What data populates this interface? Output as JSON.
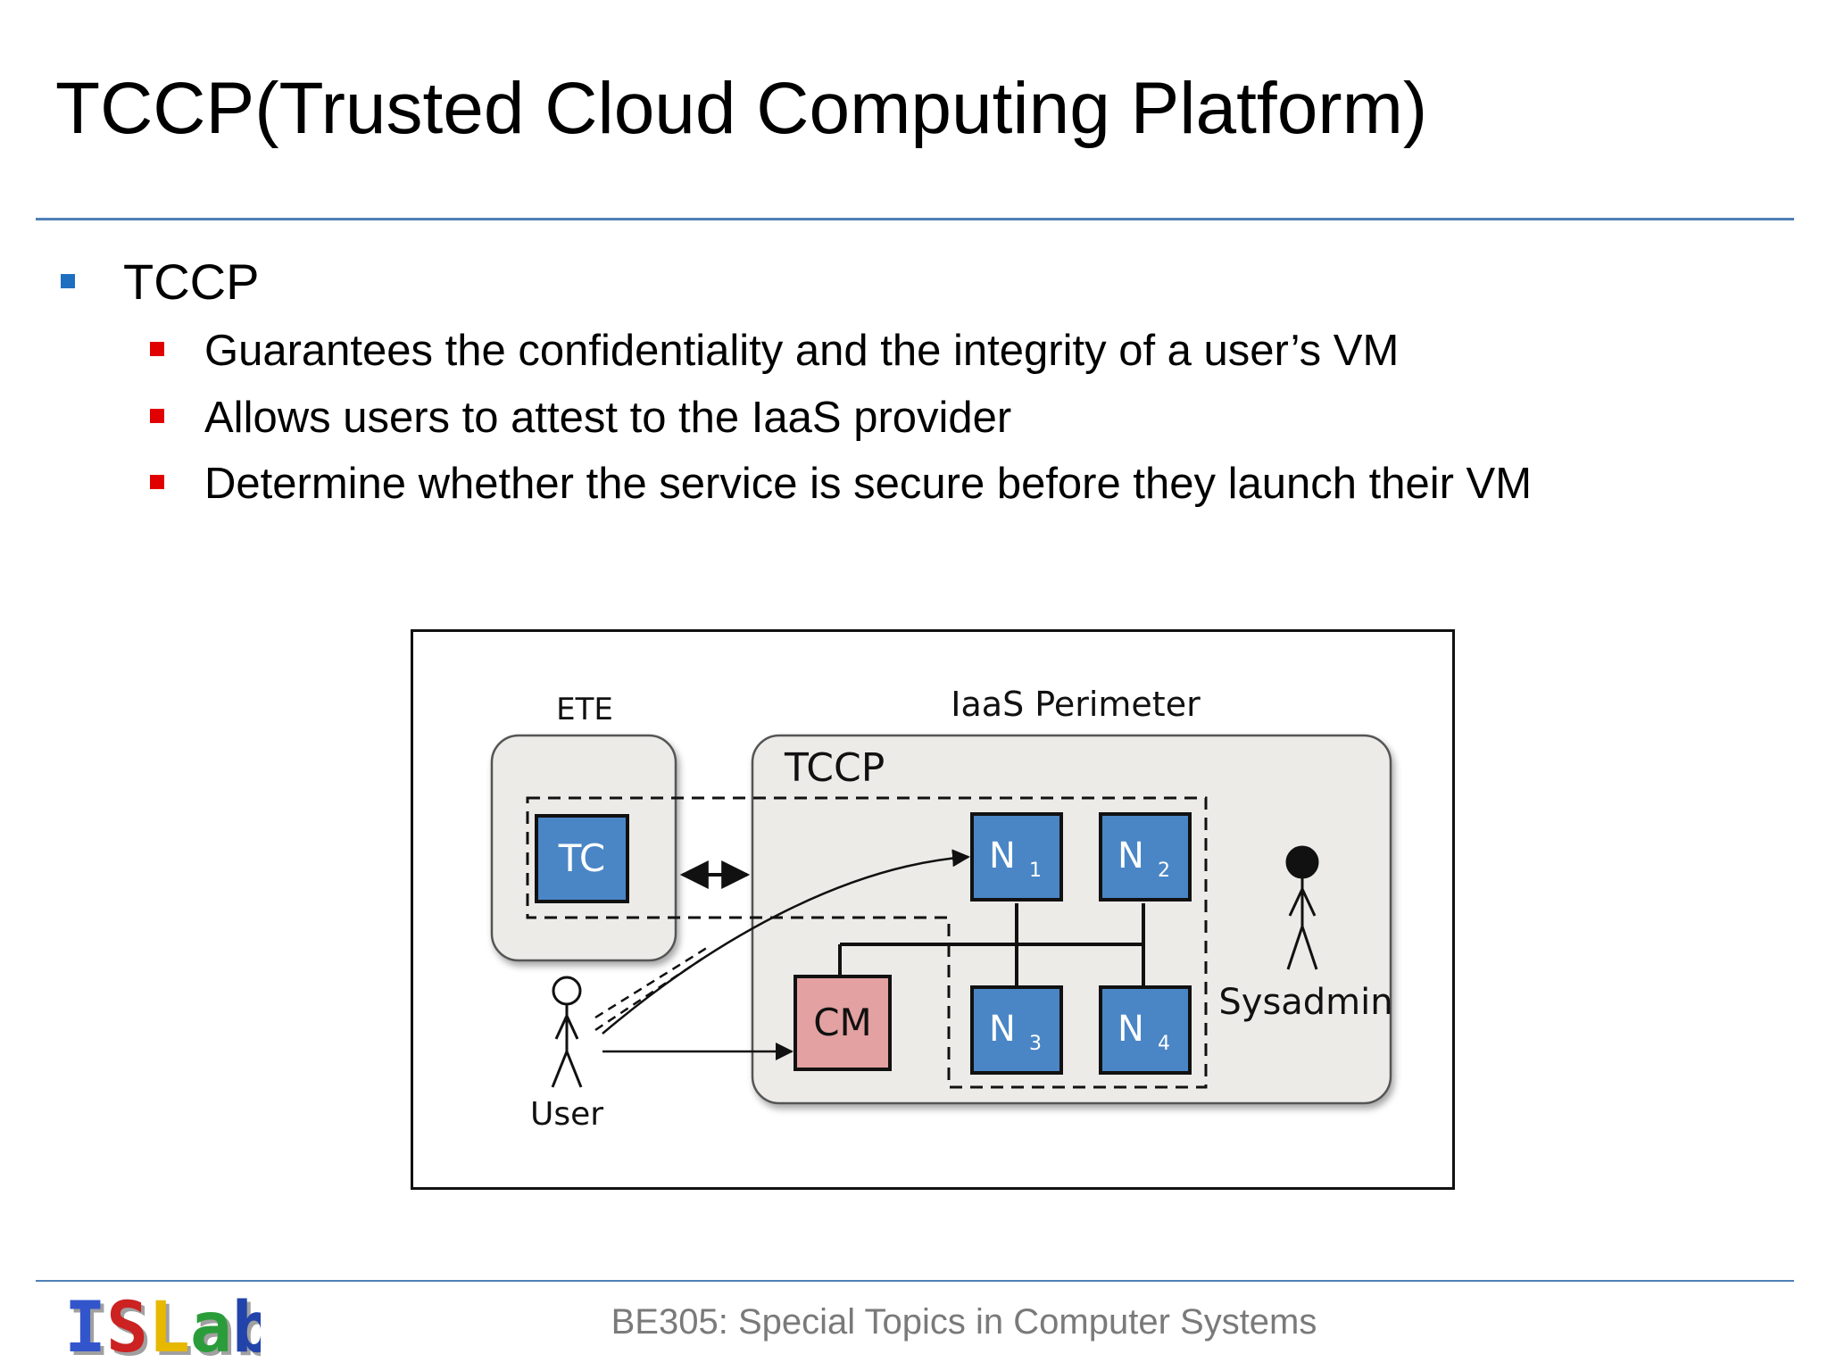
{
  "slide": {
    "title": "TCCP(Trusted Cloud Computing Platform)",
    "bullets": [
      {
        "text": "TCCP",
        "sub": [
          "Guarantees the confidentiality and the integrity of a user’s VM",
          "Allows users to attest to the IaaS provider",
          "Determine whether the service is secure before they launch their VM"
        ]
      }
    ]
  },
  "diagram": {
    "ete_label": "ETE",
    "iaas_label": "IaaS Perimeter",
    "tccp_label": "TCCP",
    "tc_label": "TC",
    "cm_label": "CM",
    "node_letter": "N",
    "nodes": [
      "1",
      "2",
      "3",
      "4"
    ],
    "user_label": "User",
    "sysadmin_label": "Sysadmin"
  },
  "footer": {
    "course": "BE305: Special Topics in Computer Systems",
    "logo": "ISLab"
  },
  "colors": {
    "rule": "#4f7fb6",
    "bullet_l1": "#1f6fc1",
    "bullet_l2": "#e00000",
    "node_fill": "#4a86c5",
    "cm_fill": "#e3a1a1",
    "panel_fill": "#ecebe8"
  }
}
